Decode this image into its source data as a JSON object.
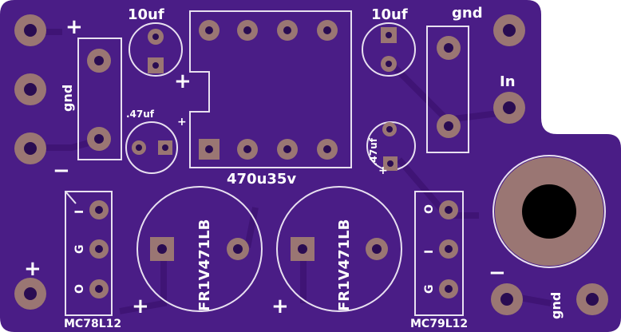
{
  "colors": {
    "board": "#4a1d86",
    "copper": "#3f1475",
    "pad": "#9a7673",
    "drill": "#2a0c52",
    "silk": "#ffffff"
  },
  "labels": {
    "cap_top_left": "10uf",
    "cap_top_right": "10uf",
    "gnd_top_right": "gnd",
    "in_right": "In",
    "gnd_left": "gnd",
    "cap_small_left": ".47uf",
    "cap_small_right": ".47uf",
    "cap_bottom_center": "470u35v",
    "big_cap_left": "FR1V471LB",
    "big_cap_right": "FR1V471LB",
    "reg_left": "MC78L12",
    "reg_right": "MC79L12",
    "gnd_bottom_right": "gnd",
    "plus_top_left": "+",
    "minus_left": "−",
    "plus_left_bottom": "+",
    "plus_small_cap": "+",
    "plus_chip": "+",
    "plus_small_cap_right": "+",
    "plus_big_left": "+",
    "plus_big_right": "+",
    "minus_bottom_right": "−",
    "reg_left_pin_i": "I",
    "reg_left_pin_g": "G",
    "reg_left_pin_o": "O",
    "reg_right_pin_o": "O",
    "reg_right_pin_i": "I",
    "reg_right_pin_g": "G"
  }
}
